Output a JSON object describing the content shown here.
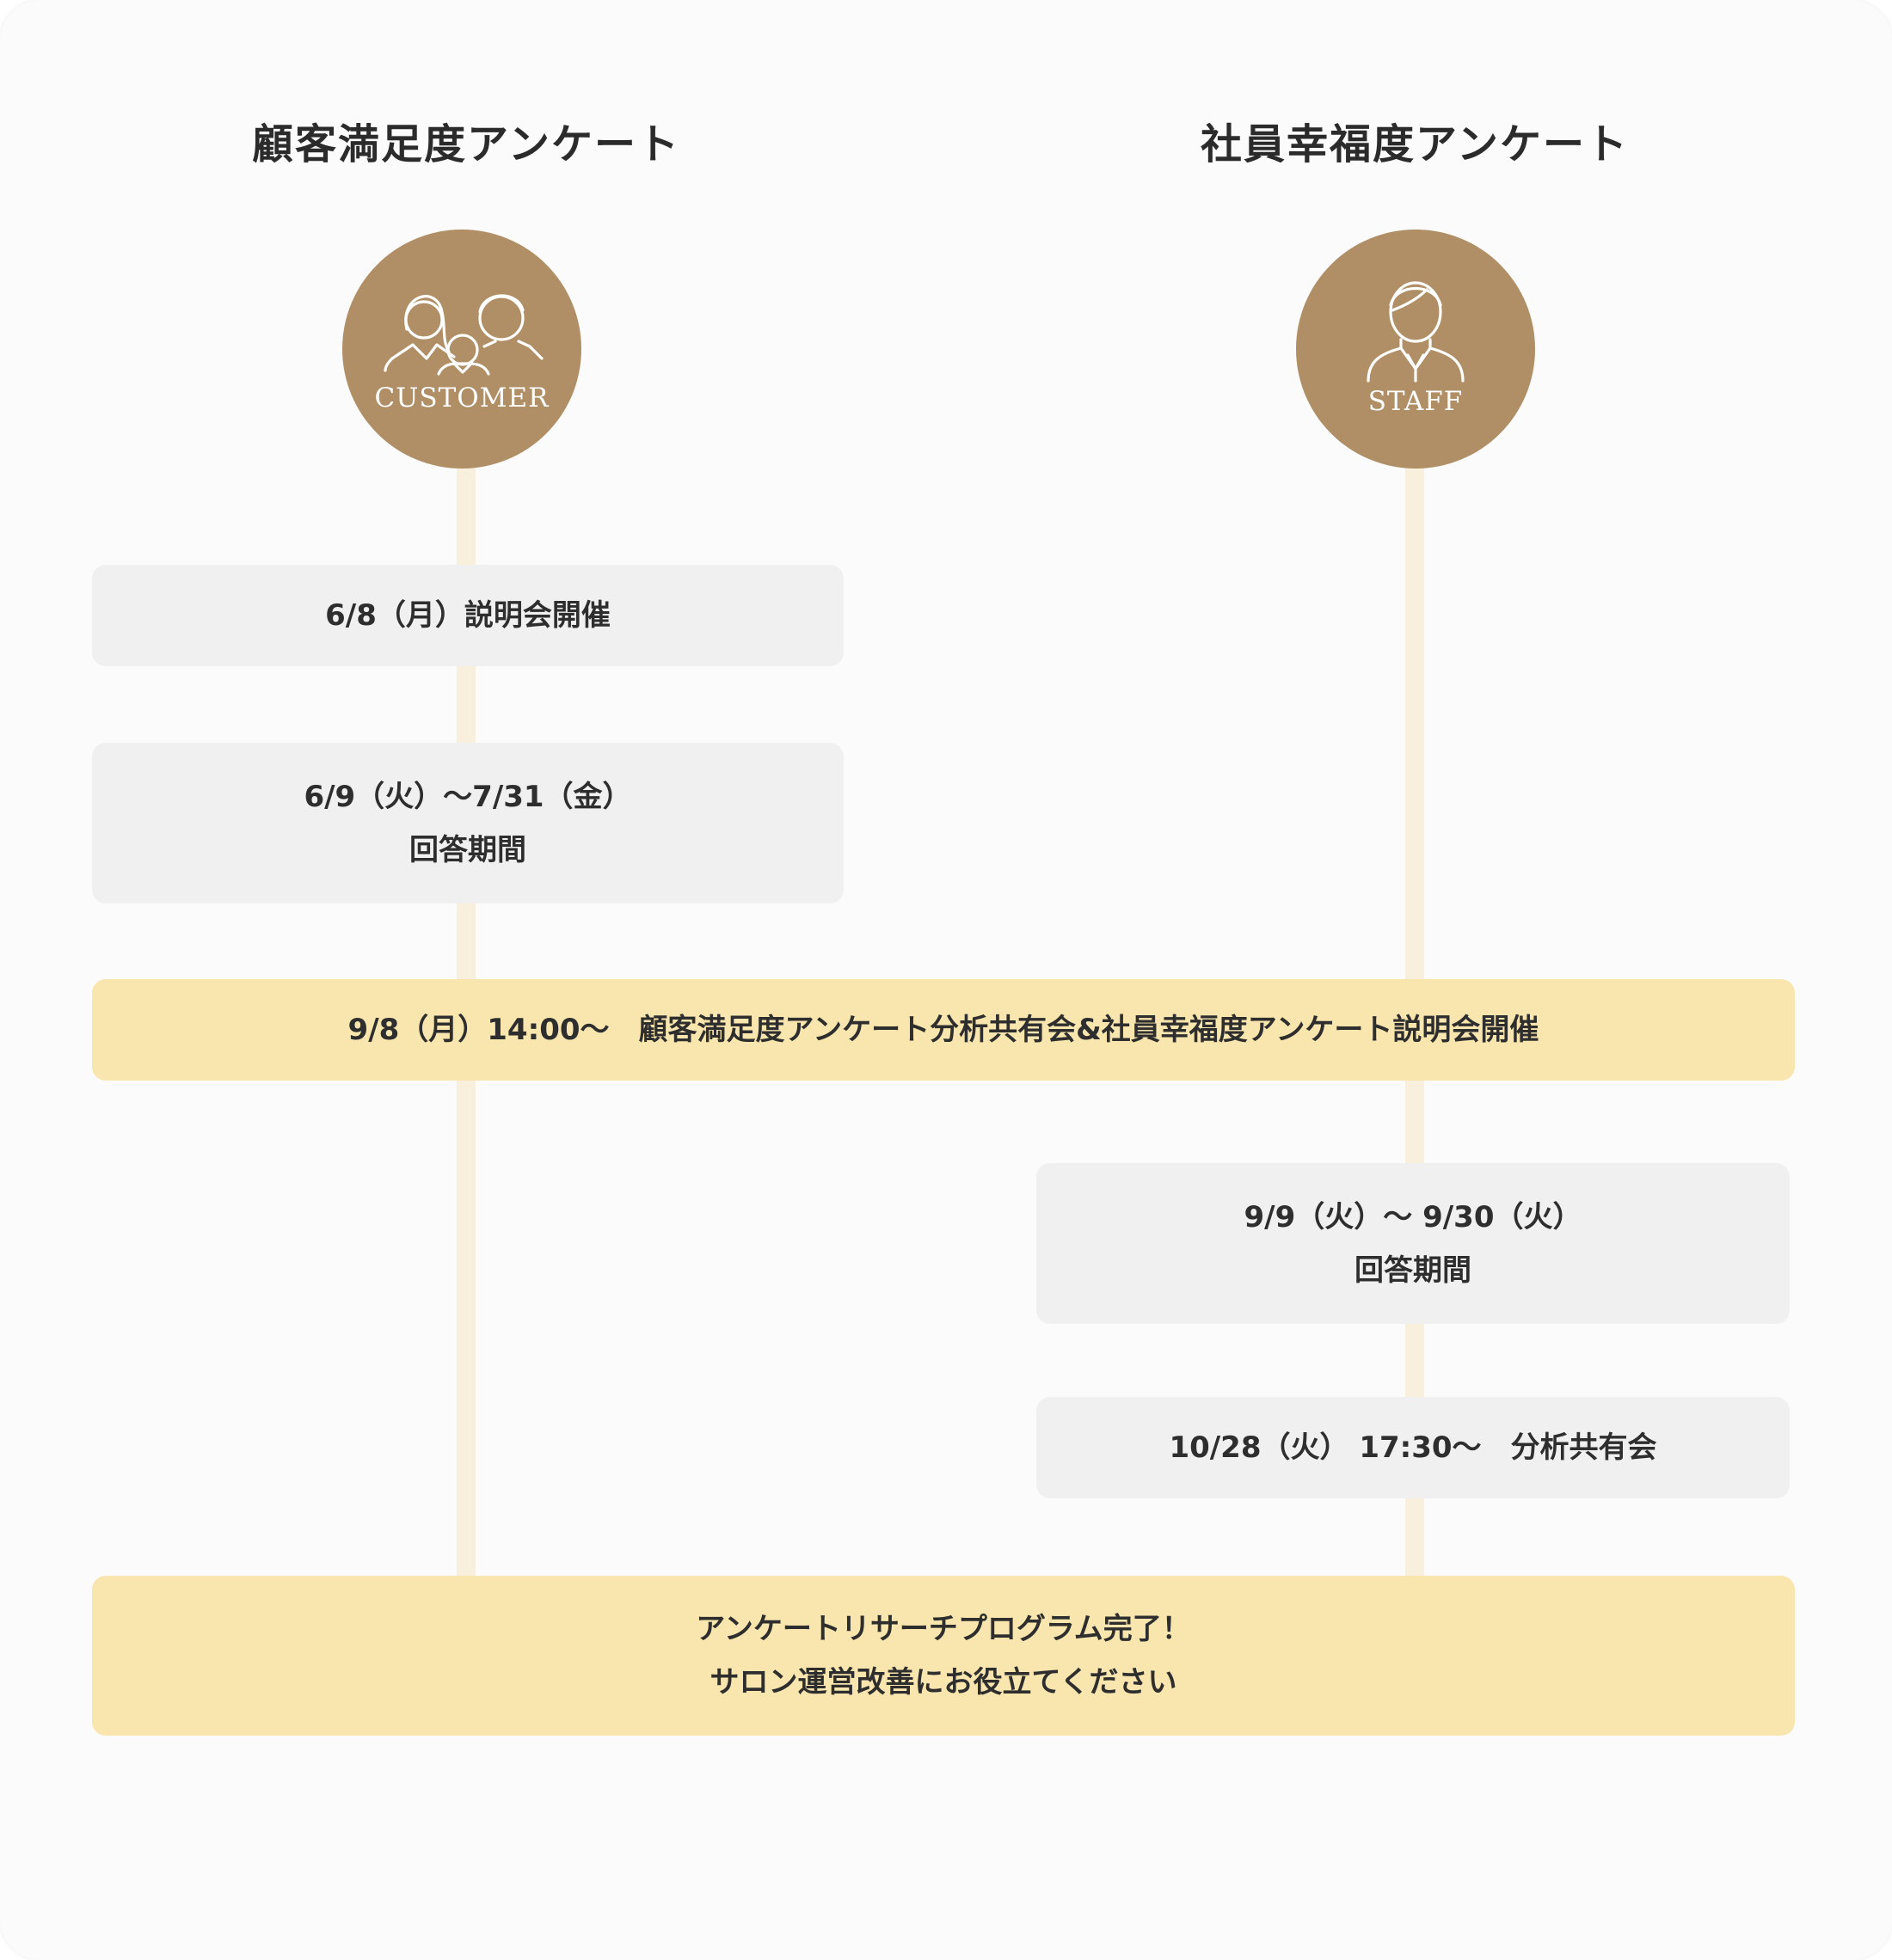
{
  "columns": {
    "customer": {
      "title": "顧客満足度アンケート",
      "badge_label": "CUSTOMER",
      "icon": "family-icon"
    },
    "staff": {
      "title": "社員幸福度アンケート",
      "badge_label": "STAFF",
      "icon": "staff-person-icon"
    }
  },
  "steps": {
    "customer_briefing": "6/8（月）説明会開催",
    "customer_period_dates": "6/9（火）〜7/31（金）",
    "customer_period_label": "回答期間",
    "joint_meeting": "9/8（月）14:00〜　顧客満足度アンケート分析共有会&社員幸福度アンケート説明会開催",
    "staff_period_dates": "9/9（火）〜 9/30（火）",
    "staff_period_label": "回答期間",
    "staff_share": "10/28（火） 17:30〜　分析共有会",
    "complete_line1": "アンケートリサーチプログラム完了！",
    "complete_line2": "サロン運営改善にお役立てください"
  },
  "colors": {
    "badge": "#b08f66",
    "timeline": "#f8f0dc",
    "step_gray": "#f0f0f0",
    "step_highlight": "#f9e6ae"
  }
}
